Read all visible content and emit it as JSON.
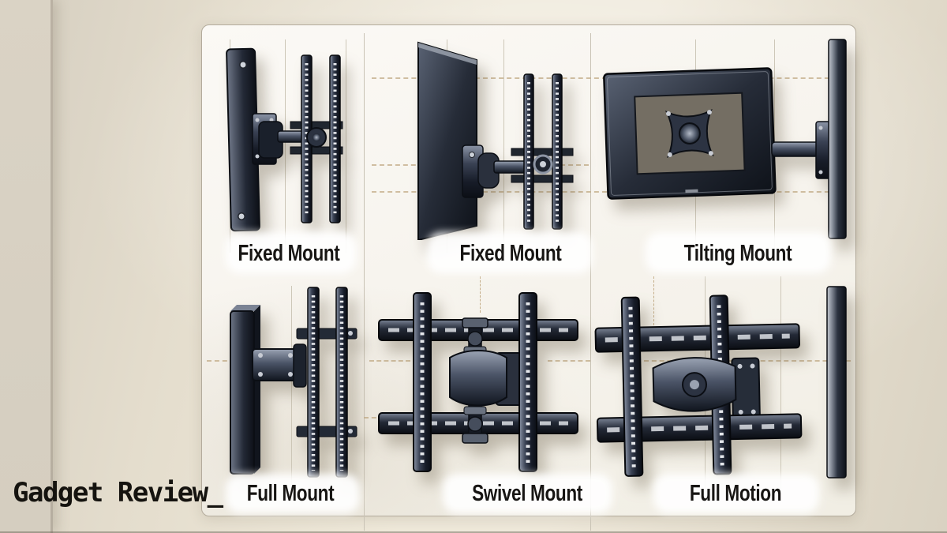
{
  "logo": {
    "text": "Gadget Review_"
  },
  "grid": {
    "rows": [
      {
        "cells": [
          {
            "label": "Fixed Mount"
          },
          {
            "label": "Fixed Mount"
          },
          {
            "label": "Tilting Mount"
          }
        ]
      },
      {
        "cells": [
          {
            "label": "Full Mount"
          },
          {
            "label": "Swivel Mount"
          },
          {
            "label": "Full Motion"
          }
        ]
      }
    ]
  },
  "colors": {
    "wall": "#e8e1d2",
    "wall_edge_strip": "#d8d1c3",
    "panel_background": "#f8f6f0",
    "panel_border": "#b3ab9c",
    "guide_line": "#cdc7b8",
    "guide_dashed": "#c3ac87",
    "mount_dark": "#12161f",
    "mount_metal": "#97a0b1",
    "label_text": "#171513",
    "logo_text": "#15130f"
  }
}
